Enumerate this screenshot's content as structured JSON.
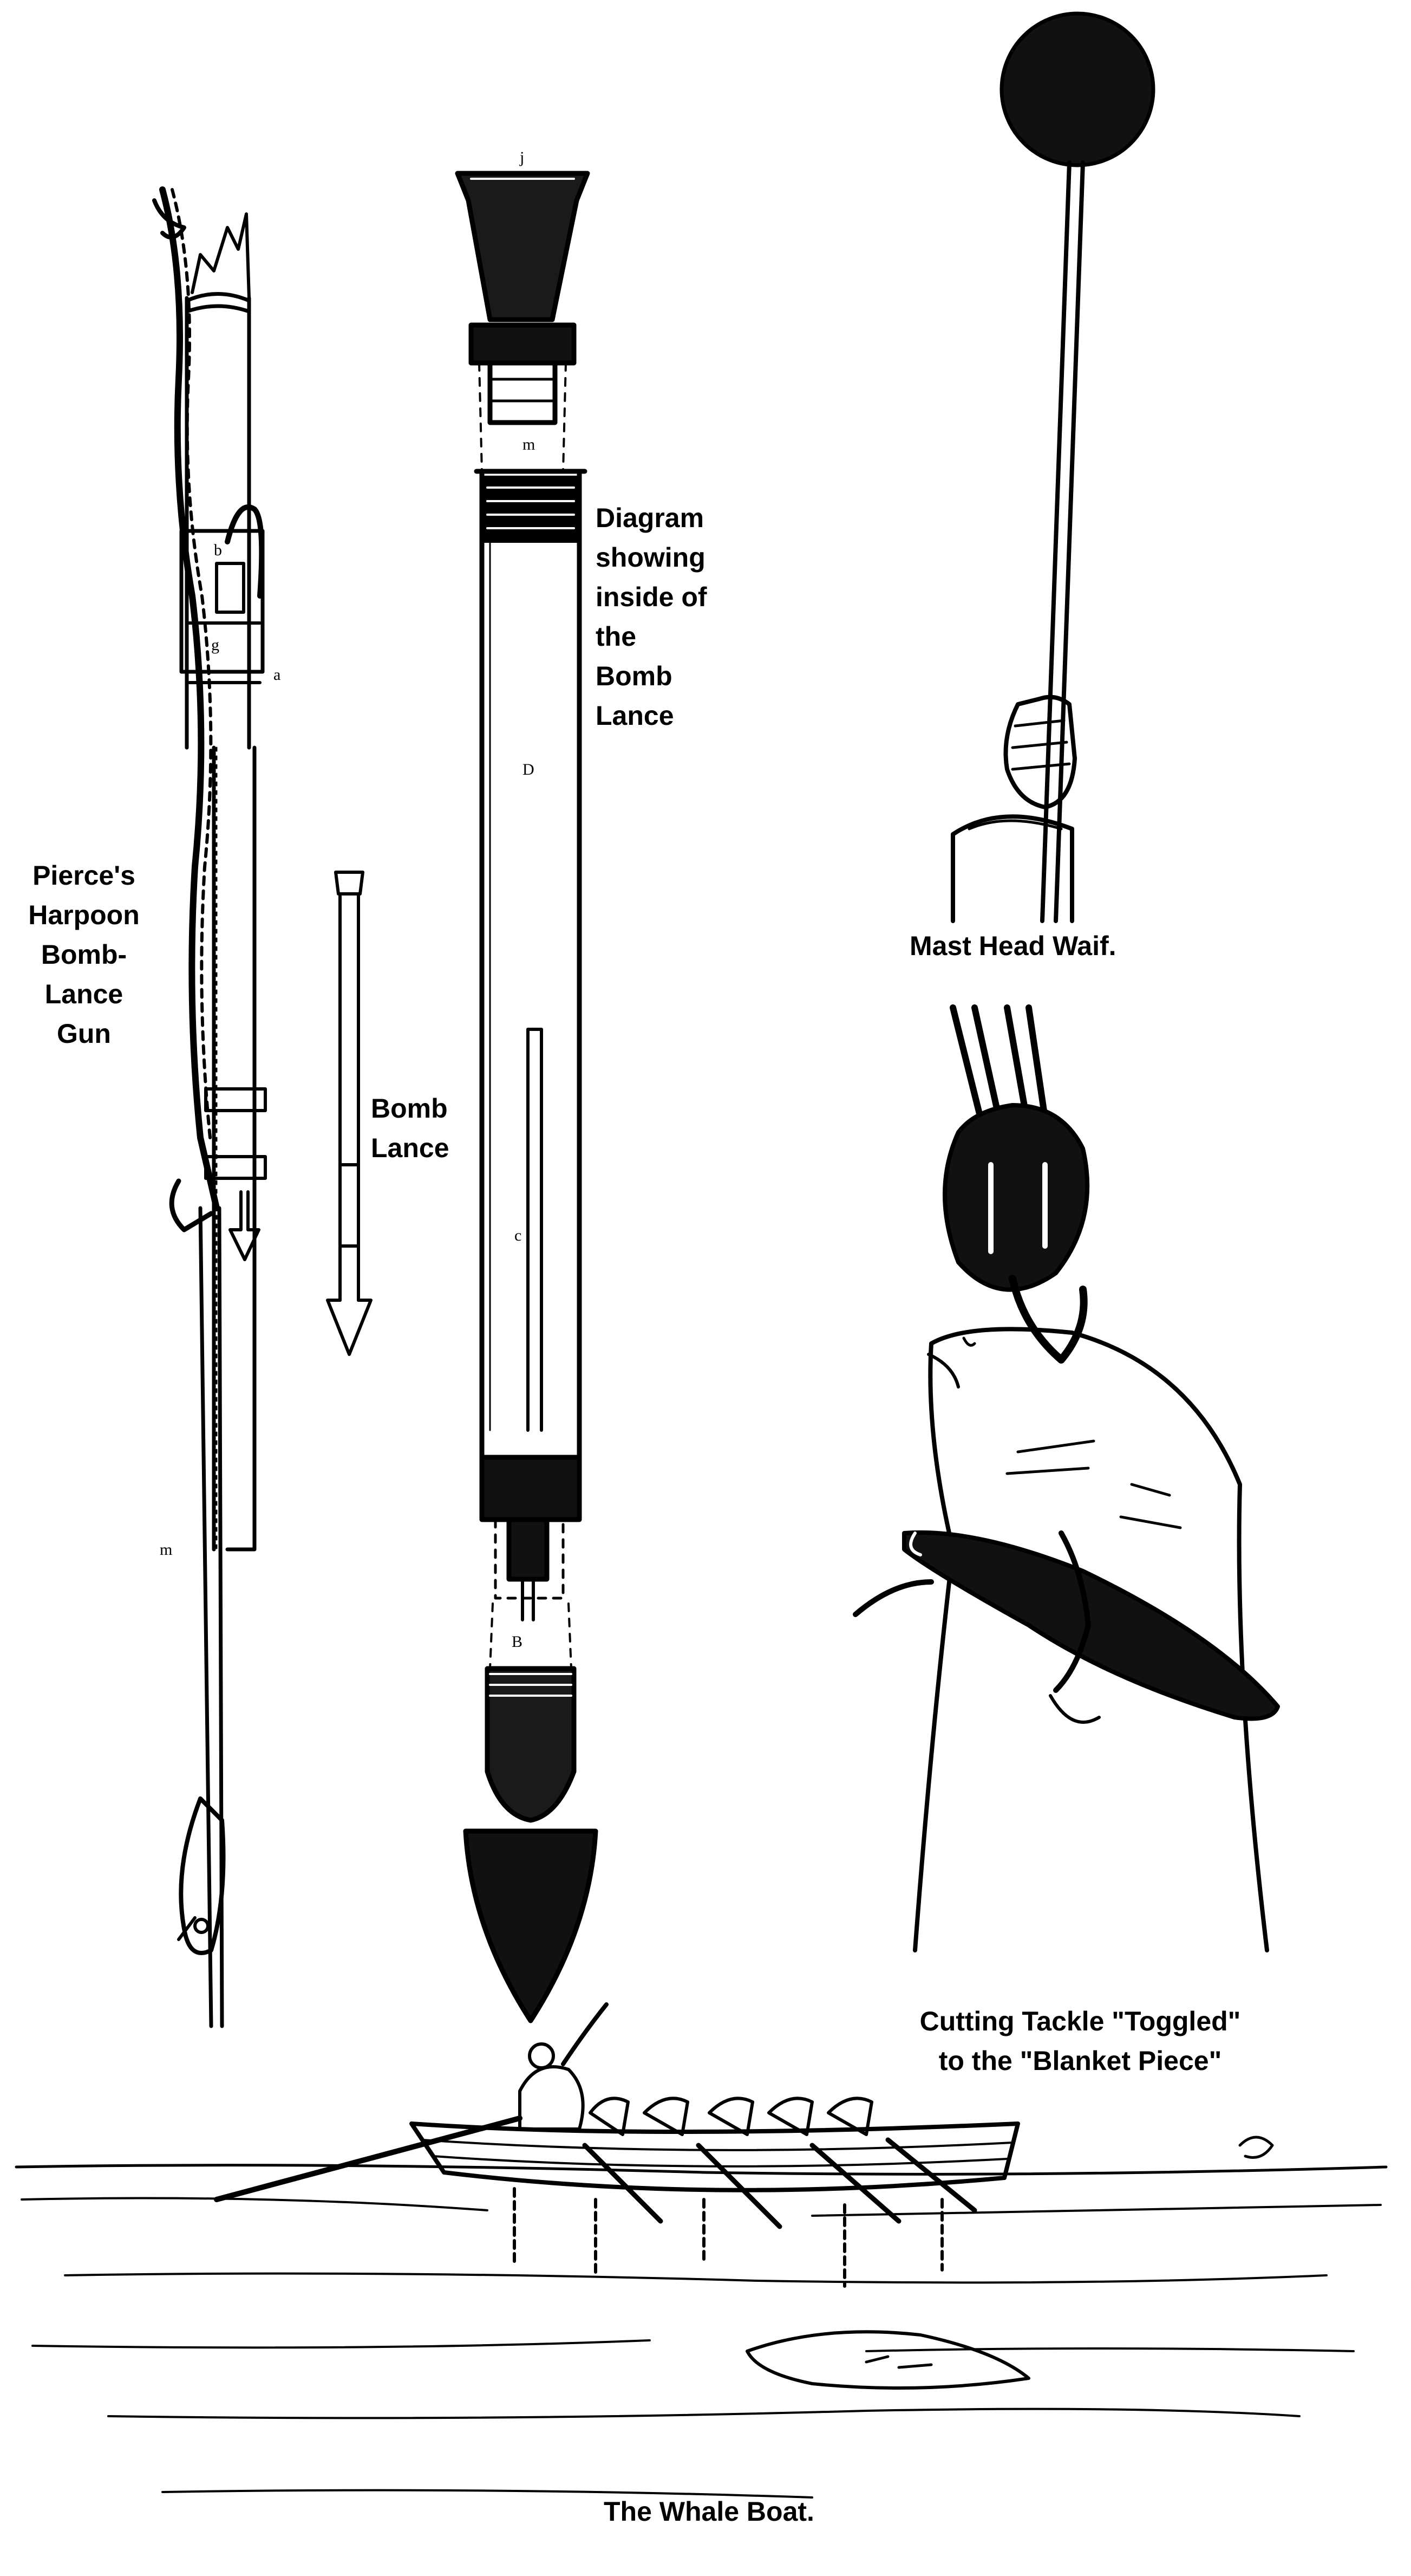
{
  "captions": {
    "gun": "Pierce's\nHarpoon\nBomb-\nLance\nGun",
    "bomb_lance": "Bomb\nLance",
    "diagram": "Diagram\nshowing\ninside of\nthe\nBomb\nLance",
    "waif": "Mast Head Waif.",
    "tackle": "Cutting Tackle \"Toggled\"\nto the \"Blanket Piece\"",
    "boat": "The Whale Boat."
  },
  "part_letters": {
    "gun_b": "b",
    "gun_g": "g",
    "gun_a": "a",
    "gun_m": "m",
    "lance_j": "j",
    "lance_m": "m",
    "lance_d": "D",
    "lance_c": "c",
    "lance_b": "B"
  },
  "colors": {
    "ink": "#000000",
    "paper": "#ffffff"
  }
}
